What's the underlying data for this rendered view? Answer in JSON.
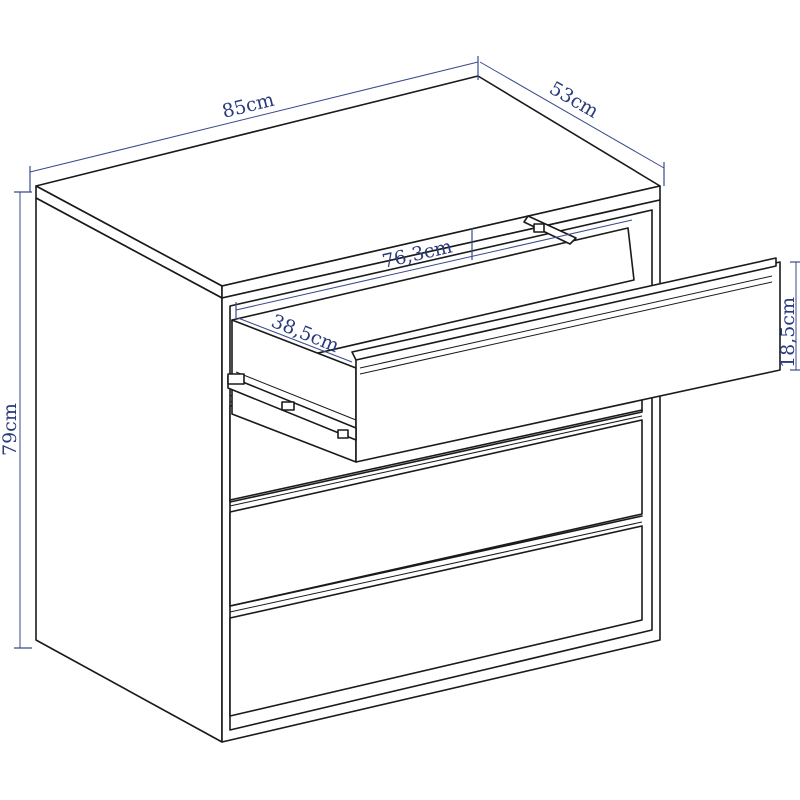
{
  "dimensions": {
    "width": "85cm",
    "depth": "53cm",
    "height": "79cm",
    "drawer_inner_width": "76,3cm",
    "drawer_inner_depth": "38,5cm",
    "drawer_height": "18,5cm"
  }
}
